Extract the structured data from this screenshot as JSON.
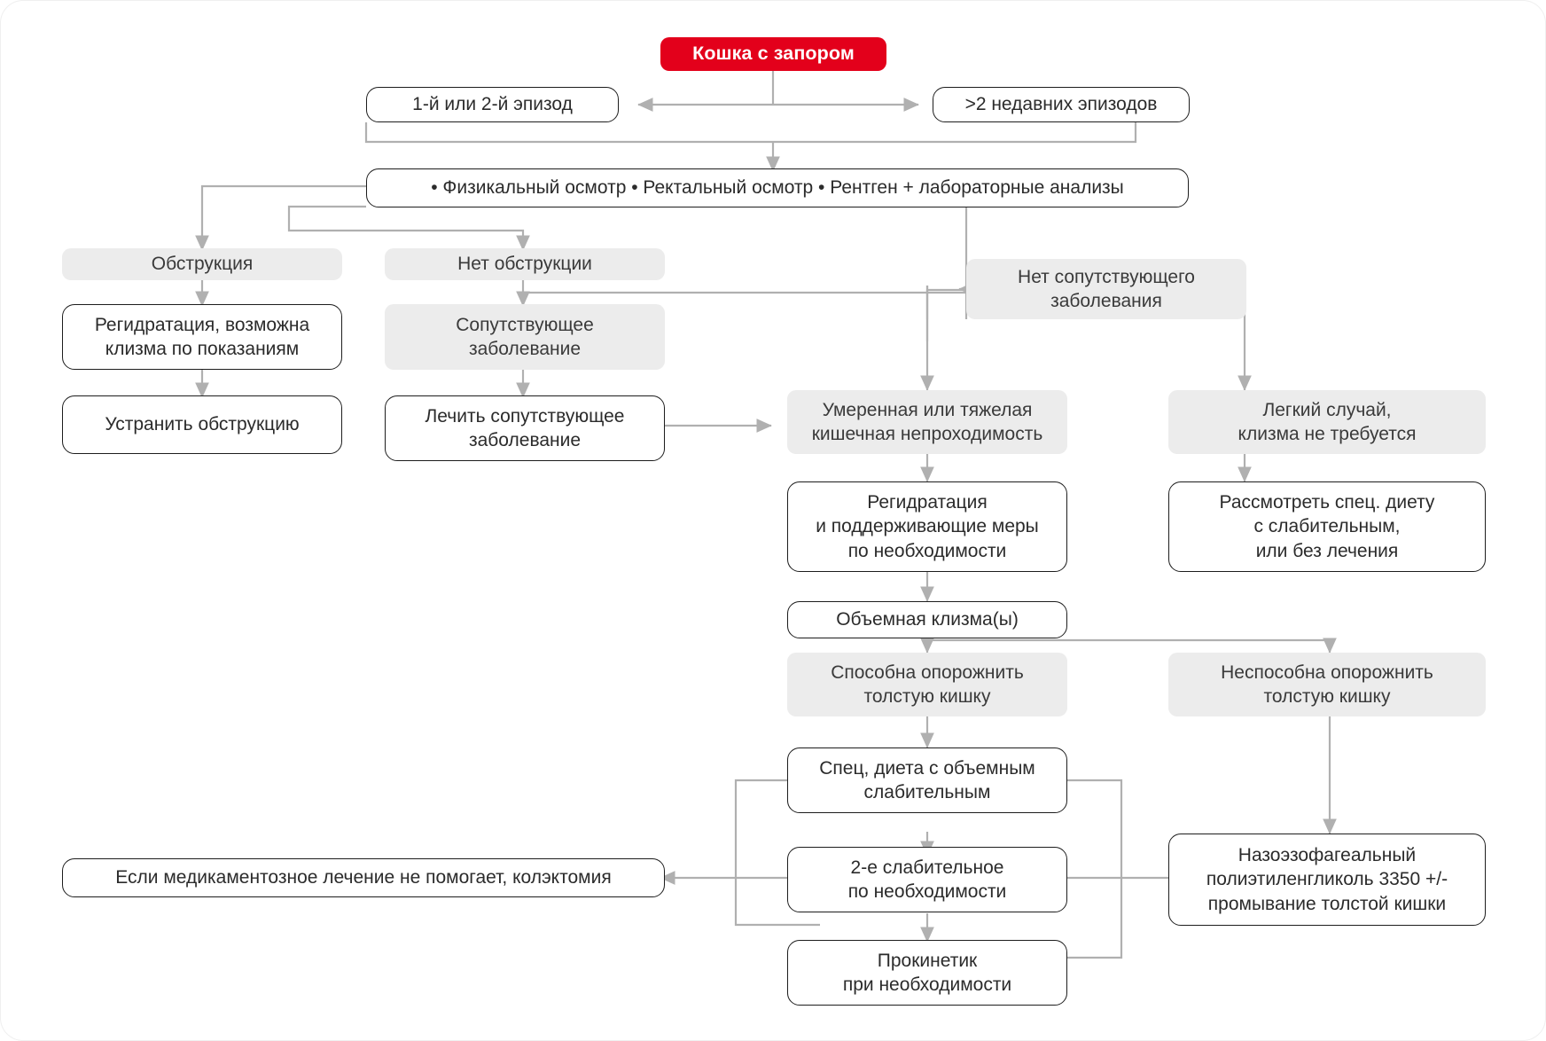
{
  "diagram": {
    "title_node": {
      "label": "Кошка с запором",
      "color": "#e3001b"
    },
    "palette": {
      "accent": "#e3001b",
      "node_fill_grey": "#ececec",
      "node_outline": "#1d1d1d",
      "connector": "#b0b0b0",
      "text": "#2b2b2b",
      "background": "#ffffff"
    },
    "nodes": {
      "episode_1_2": "1-й или 2-й эпизод",
      "episodes_more": ">2 недавних эпизодов",
      "workup": "• Физикальный осмотр   • Ректальный осмотр   • Рентген + лабораторные анализы",
      "obstruction": "Обструкция",
      "no_obstruction": "Нет обструкции",
      "rehydration_enema": "Регидратация, возможна\nклизма по показаниям",
      "remove_obstruction": "Устранить обструкцию",
      "concurrent_disease": "Сопутствующее\nзаболевание",
      "treat_concurrent": "Лечить сопутствующее\nзаболевание",
      "no_concurrent_disease": "Нет сопутствующего\nзаболевания",
      "moderate_severe": "Умеренная или тяжелая\nкишечная непроходимость",
      "mild_case": "Легкий случай,\nклизма не требуется",
      "rehydration_support": "Регидратация\nи поддерживающие меры\nпо необходимости",
      "consider_diet": "Рассмотреть спец. диету\nс слабительным,\nили без лечения",
      "bulk_enema": "Объемная клизма(ы)",
      "able_evacuate": "Способна опорожнить\nтолстую кишку",
      "unable_evacuate": "Неспособна опорожнить\nтолстую кишку",
      "special_diet": "Спец, диета с объемным\nслабительным",
      "second_laxative": "2-е слабительное\nпо необходимости",
      "prokinetic": "Прокинетик\nпри необходимости",
      "nasoesophageal": "Назоэзофагеальный\nполиэтиленгликоль 3350 +/-\nпромывание толстой кишки",
      "colectomy": "Если медикаментозное лечение не помогает, колэктомия"
    }
  }
}
